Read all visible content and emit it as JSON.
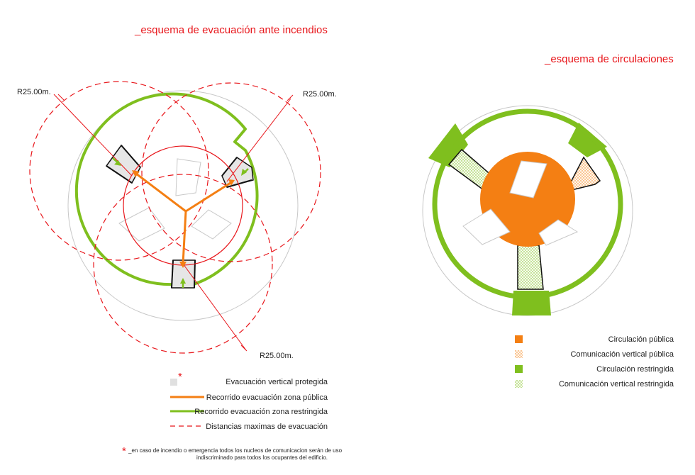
{
  "left": {
    "title": "_esquema de evacuación ante incendios",
    "radius_labels": [
      "R25.00m.",
      "R25.00m.",
      "R25.00m."
    ],
    "legend": [
      {
        "label": "Evacuación vertical protegida"
      },
      {
        "label": "Recorrido evacuación zona pública"
      },
      {
        "label": "Recorrido evacuación zona restringida"
      },
      {
        "label": "Distancias maximas de evacuación"
      }
    ],
    "asterisk": "*",
    "note_line1": "_en caso de incendio o emergencia todos los nucleos de comunicacion serán de uso",
    "note_line2": "indiscriminado para todos los ocupantes del edificio."
  },
  "right": {
    "title": "_esquema de circulaciones",
    "legend": [
      {
        "label": "Circulación pública"
      },
      {
        "label": "Comunicación vertical pública"
      },
      {
        "label": "Circulación restringida"
      },
      {
        "label": "Comunicación vertical restringida"
      }
    ]
  },
  "colors": {
    "red": "#e8161b",
    "orange": "#f47f13",
    "green": "#7fbf1e",
    "gray_line": "#c8c8c8",
    "core_fill": "#e6e6e6"
  }
}
